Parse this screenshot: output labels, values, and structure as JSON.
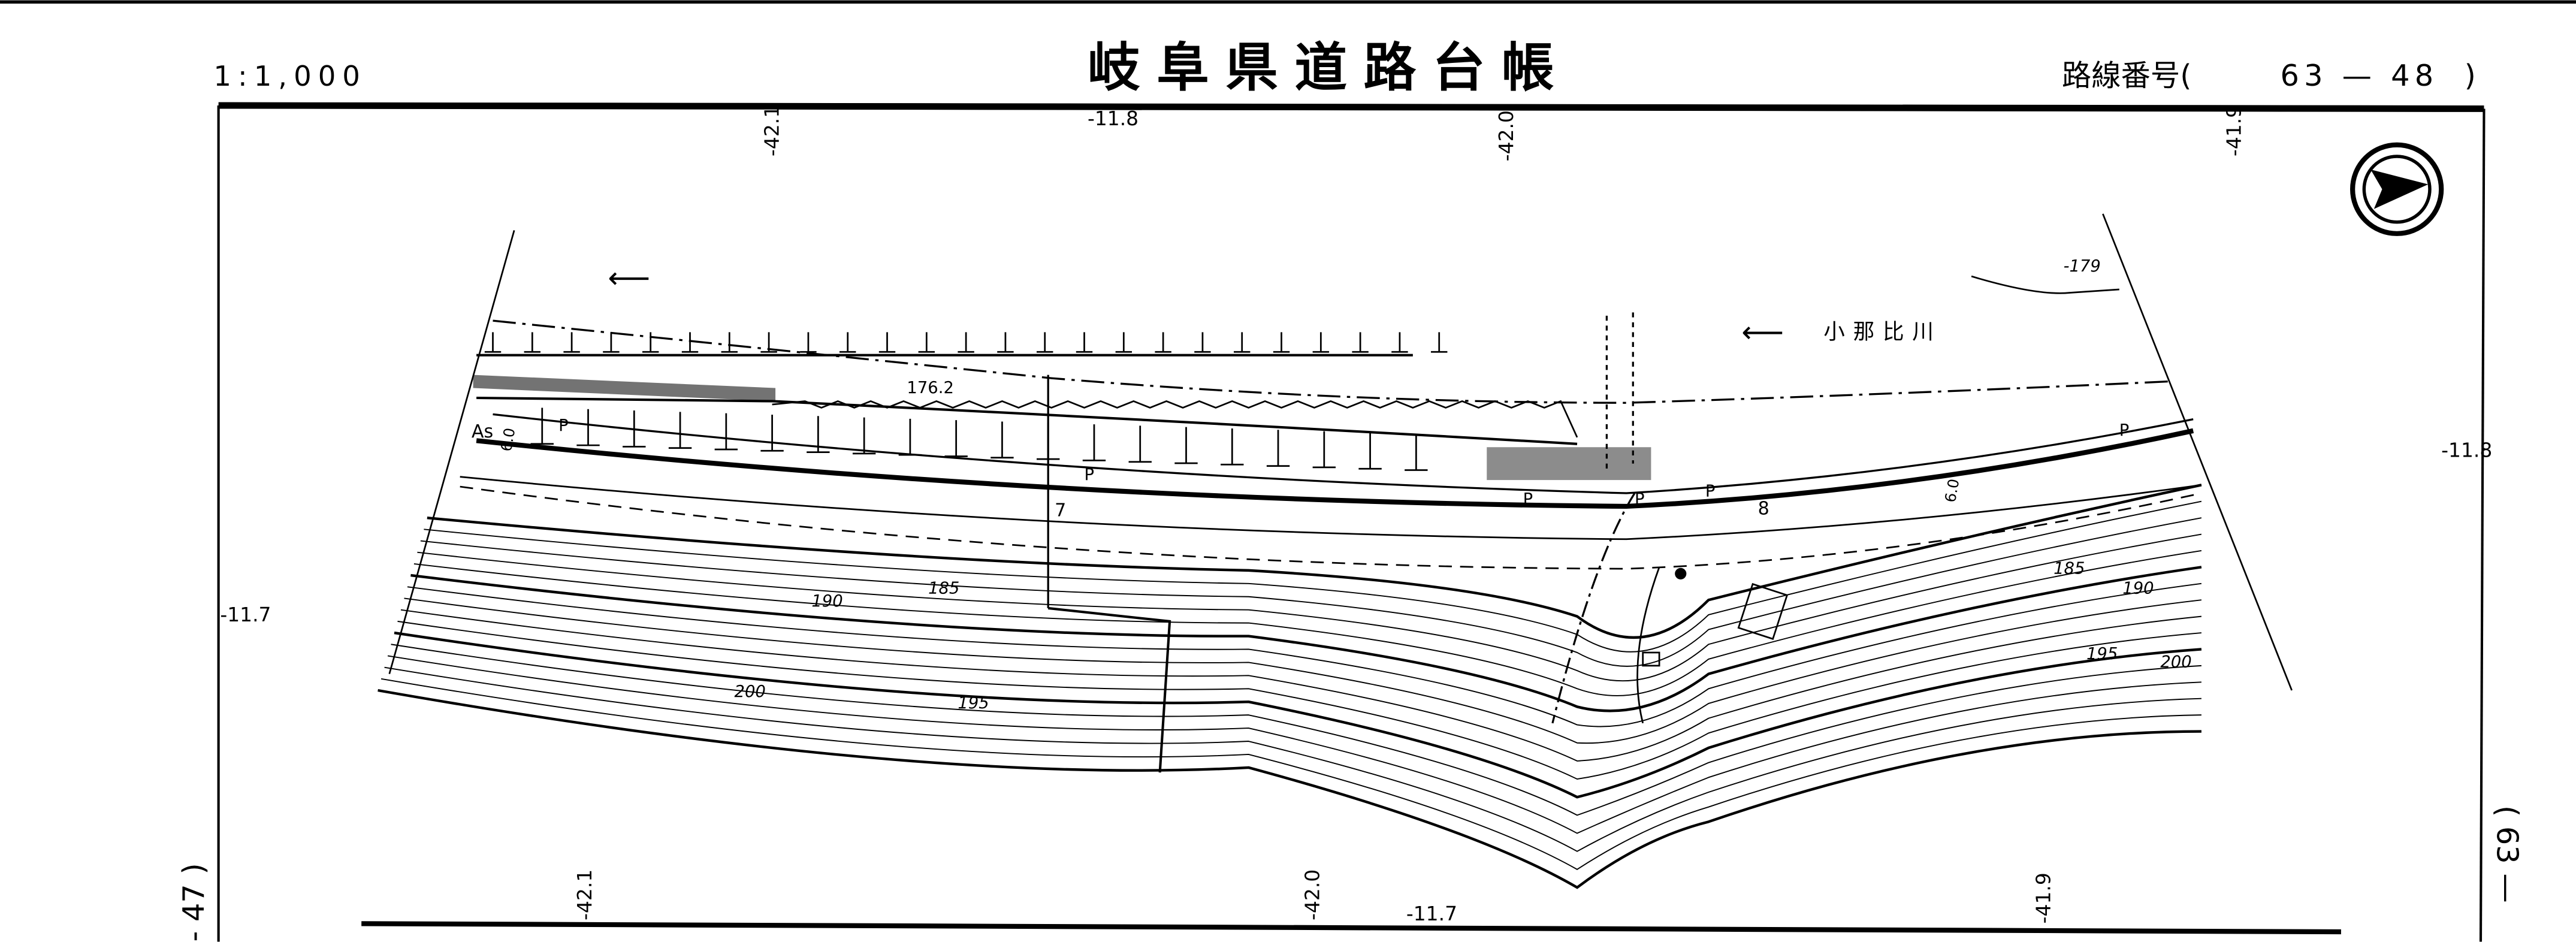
{
  "header": {
    "scale": "1:1,000",
    "title": "岐阜県道路台帳",
    "route_label": "路線番号(",
    "route_number": "63 — 48",
    "route_close": ")"
  },
  "grid_labels": {
    "top": [
      "-42.1",
      "-11.8",
      "-42.0",
      "-41.9"
    ],
    "right": "-11.8",
    "left": "-11.7",
    "bottom": [
      "-42.1",
      "-42.0",
      "-11.7",
      "-41.9"
    ]
  },
  "map": {
    "river_name": "小那比川",
    "contour_top": "-179",
    "spot_height": "176.2",
    "pavement": "As",
    "road_width_left": "6.0",
    "road_width_right": "6.0",
    "station_7": "7",
    "station_8": "8",
    "pole_mark": "P",
    "contours_left": [
      "185",
      "190",
      "195",
      "200"
    ],
    "contours_right": [
      "185",
      "190",
      "195",
      "200"
    ]
  },
  "margins": {
    "left": "- 47 )",
    "right": "( 63 —"
  }
}
